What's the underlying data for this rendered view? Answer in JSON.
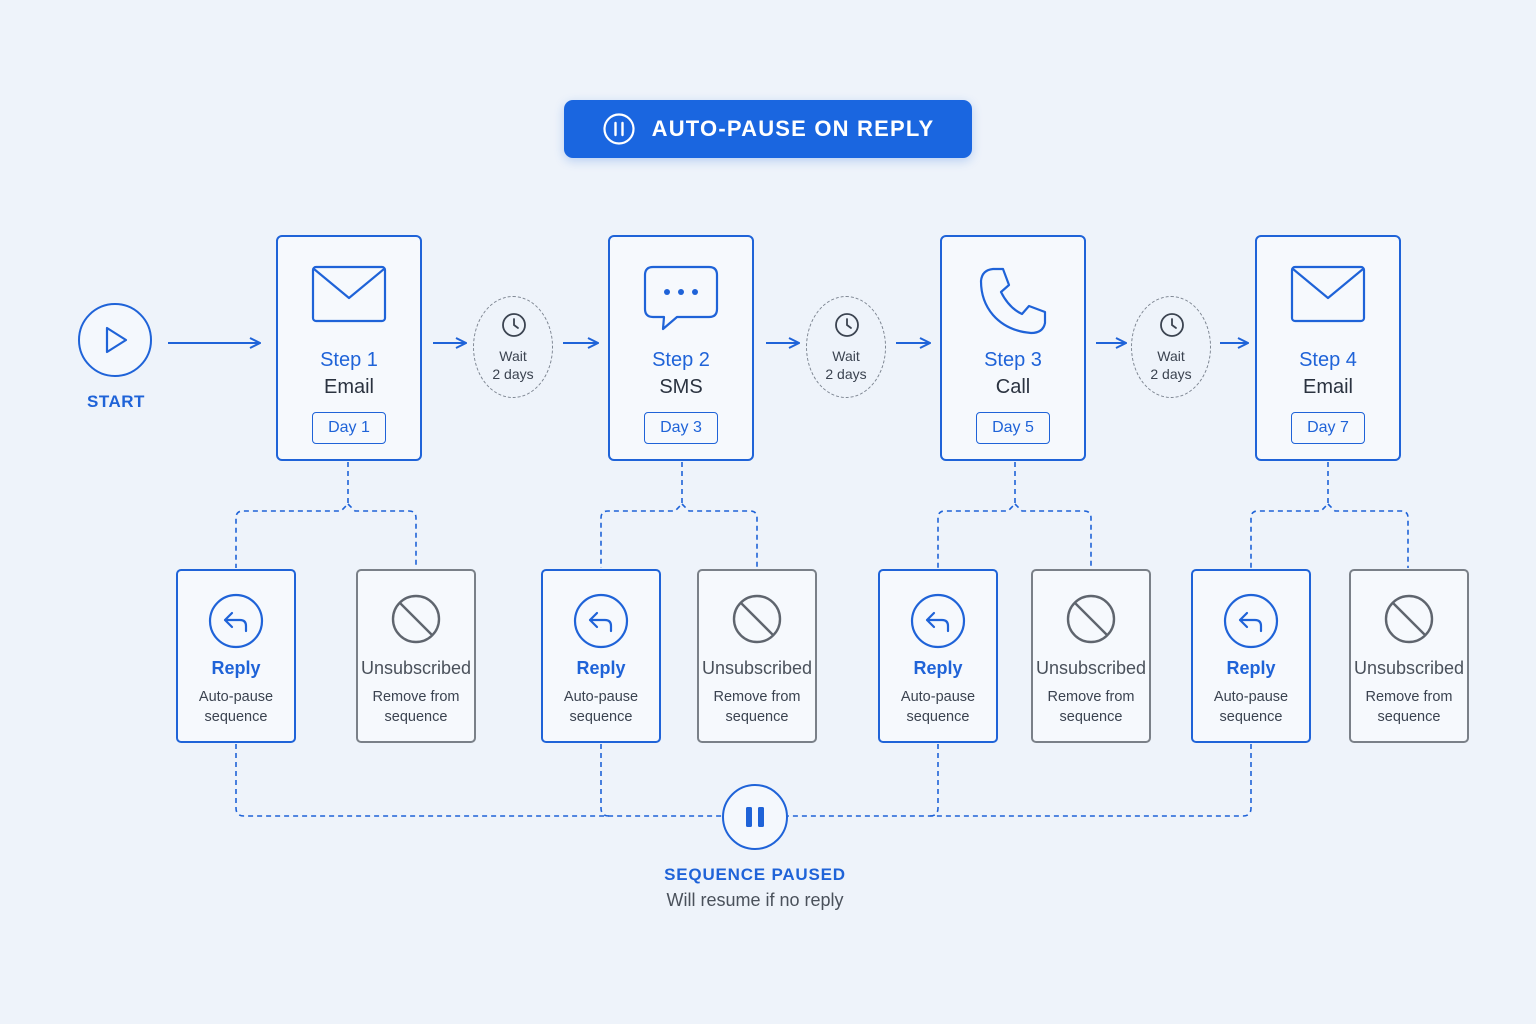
{
  "banner": {
    "label": "AUTO-PAUSE ON REPLY",
    "icon": "pause-circle-icon"
  },
  "start": {
    "label": "START",
    "icon": "play-icon"
  },
  "steps": [
    {
      "title": "Step 1",
      "channel": "Email",
      "day": "Day 1",
      "icon": "envelope-icon"
    },
    {
      "title": "Step 2",
      "channel": "SMS",
      "day": "Day 3",
      "icon": "chat-bubble-icon"
    },
    {
      "title": "Step 3",
      "channel": "Call",
      "day": "Day 5",
      "icon": "phone-icon"
    },
    {
      "title": "Step 4",
      "channel": "Email",
      "day": "Day 7",
      "icon": "envelope-icon"
    }
  ],
  "waits": [
    {
      "line1": "Wait",
      "line2": "2 days"
    },
    {
      "line1": "Wait",
      "line2": "2 days"
    },
    {
      "line1": "Wait",
      "line2": "2 days"
    }
  ],
  "outcomes": {
    "reply": {
      "title": "Reply",
      "desc1": "Auto-pause",
      "desc2": "sequence",
      "icon": "reply-arrow-icon"
    },
    "unsubscribed": {
      "title": "Unsubscribed",
      "desc1": "Remove from",
      "desc2": "sequence",
      "icon": "no-entry-icon"
    }
  },
  "paused": {
    "title": "SEQUENCE PAUSED",
    "subtitle": "Will resume if no reply",
    "icon": "pause-icon"
  },
  "colors": {
    "accent": "#1f63d8",
    "banner": "#1a66e0",
    "neutral": "#7a8088",
    "background": "#eef3fa"
  }
}
